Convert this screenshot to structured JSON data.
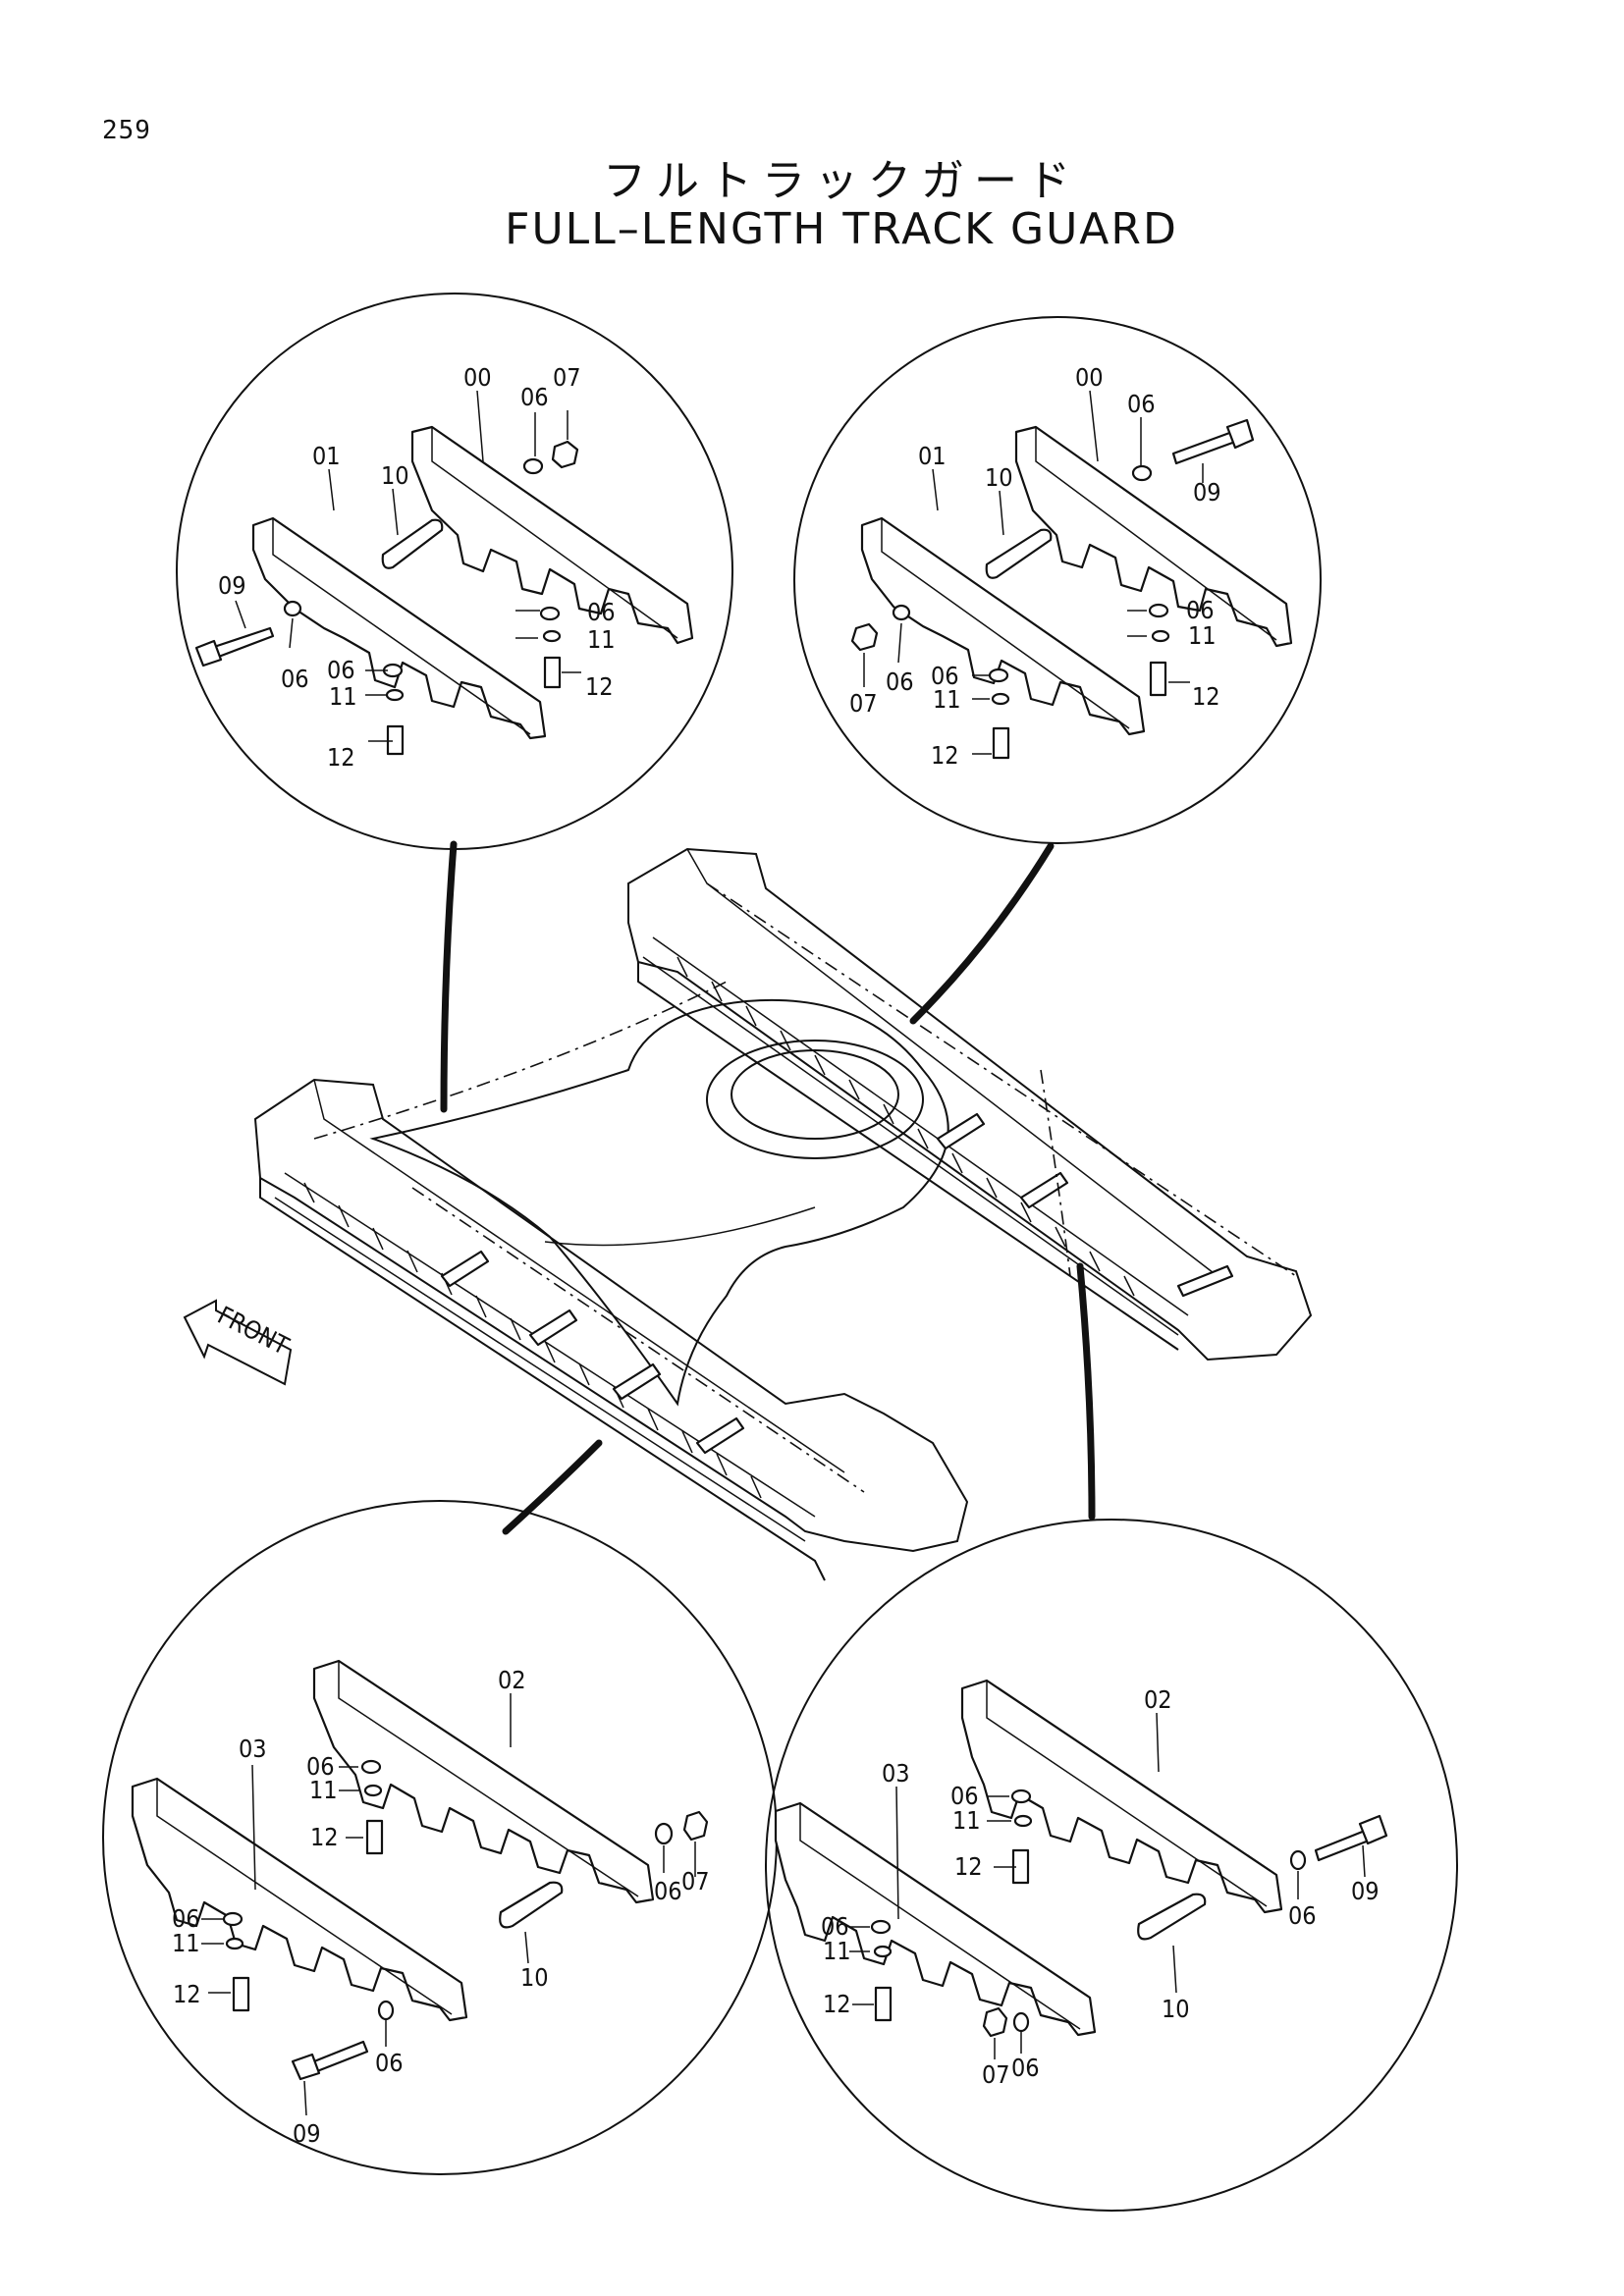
{
  "page": {
    "number": "259"
  },
  "title": {
    "japanese": "フルトラックガード",
    "english": "FULL–LENGTH TRACK GUARD"
  },
  "front_arrow_label": "FRONT",
  "details": {
    "top_left": {
      "labels": [
        "00",
        "06",
        "07",
        "01",
        "10",
        "09",
        "06",
        "06",
        "11",
        "12",
        "06",
        "11",
        "12"
      ]
    },
    "top_right": {
      "labels": [
        "00",
        "06",
        "01",
        "10",
        "09",
        "06",
        "11",
        "12",
        "07",
        "06",
        "06",
        "11",
        "12"
      ]
    },
    "bottom_left": {
      "labels": [
        "02",
        "03",
        "06",
        "11",
        "12",
        "06",
        "07",
        "06",
        "11",
        "10",
        "12",
        "09",
        "06"
      ]
    },
    "bottom_right": {
      "labels": [
        "02",
        "03",
        "06",
        "11",
        "12",
        "09",
        "06",
        "06",
        "11",
        "10",
        "12",
        "07",
        "06"
      ]
    }
  }
}
